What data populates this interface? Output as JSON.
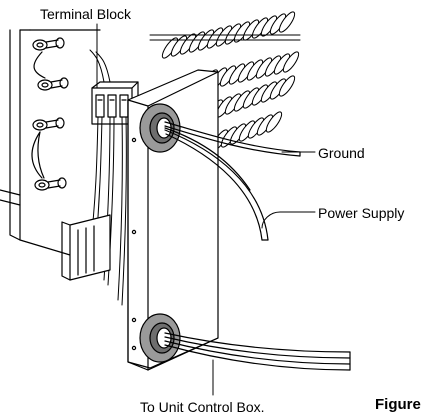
{
  "labels": {
    "terminal_block": "Terminal Block",
    "ground": "Ground",
    "power_supply": "Power Supply",
    "to_unit_control_box": "To Unit Control Box.",
    "figure": "Figure"
  },
  "colors": {
    "line": "#000000",
    "grommet": "#9a9a9a",
    "grommet_inner": "#6e6e6e",
    "panel": "#ffffff"
  }
}
